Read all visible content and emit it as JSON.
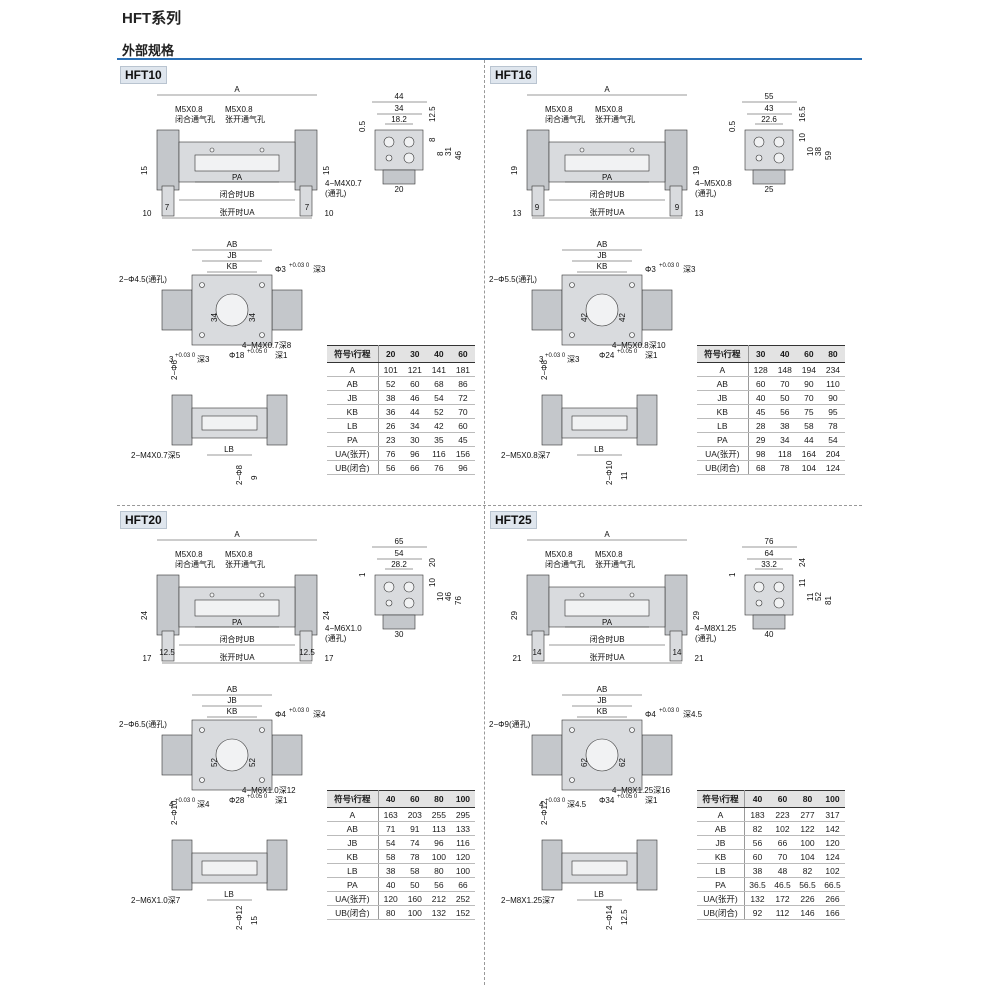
{
  "page": {
    "title": "HFT系列",
    "section": "外部规格"
  },
  "models": [
    {
      "name": "HFT10",
      "front": {
        "A": "A",
        "port_closed": "M5X0.8",
        "port_open": "M5X0.8",
        "label_closed_port": "闭合通气孔",
        "label_open_port": "张开通气孔",
        "pa": "PA",
        "ub": "闭合时UB",
        "ua": "张开时UA",
        "d1": "15",
        "d2": "7",
        "d3": "10",
        "d4": "15",
        "d5": "7",
        "d6": "10"
      },
      "side": {
        "w1": "44",
        "w2": "34",
        "w3": "18.2",
        "top": "0.5",
        "h1": "12.5",
        "h2": "8",
        "h3": "8",
        "h4": "31",
        "h5": "46",
        "bot": "20",
        "hole": "4−M4X0.7",
        "hole_note": "(通孔)"
      },
      "top": {
        "ab": "AB",
        "jb": "JB",
        "kb": "KB",
        "pin": "2−Φ4.5(通孔)",
        "pin2": "Φ3",
        "pin2_tol": "+0.03 0",
        "pin2_depth": "深3",
        "v1": "34",
        "v2": "34",
        "thread": "4−M4X0.7深8",
        "bore": "Φ18",
        "bore_tol": "+0.05 0",
        "bore_depth": "深1",
        "pin3": "3",
        "pin3_tol": "+0.03 0",
        "pin3_depth": "深3"
      },
      "bottom": {
        "dia1": "2−Φ6",
        "dia2": "2−Φ8",
        "tap": "2−M4X0.7深5",
        "lb": "LB",
        "g": "9"
      },
      "table": {
        "headers": [
          "符号\\行程",
          "20",
          "30",
          "40",
          "60"
        ],
        "rows": [
          [
            "A",
            "101",
            "121",
            "141",
            "181"
          ],
          [
            "AB",
            "52",
            "60",
            "68",
            "86"
          ],
          [
            "JB",
            "38",
            "46",
            "54",
            "72"
          ],
          [
            "KB",
            "36",
            "44",
            "52",
            "70"
          ],
          [
            "LB",
            "26",
            "34",
            "42",
            "60"
          ],
          [
            "PA",
            "23",
            "30",
            "35",
            "45"
          ],
          [
            "UA(张开)",
            "76",
            "96",
            "116",
            "156"
          ],
          [
            "UB(闭合)",
            "56",
            "66",
            "76",
            "96"
          ]
        ]
      }
    },
    {
      "name": "HFT16",
      "front": {
        "A": "A",
        "port_closed": "M5X0.8",
        "port_open": "M5X0.8",
        "label_closed_port": "闭合通气孔",
        "label_open_port": "张开通气孔",
        "pa": "PA",
        "ub": "闭合时UB",
        "ua": "张开时UA",
        "d1": "19",
        "d2": "9",
        "d3": "13",
        "d4": "19",
        "d5": "9",
        "d6": "13"
      },
      "side": {
        "w1": "55",
        "w2": "43",
        "w3": "22.6",
        "top": "0.5",
        "h1": "16.5",
        "h2": "10",
        "h3": "10",
        "h4": "38",
        "h5": "59",
        "bot": "25",
        "hole": "4−M5X0.8",
        "hole_note": "(通孔)"
      },
      "top": {
        "ab": "AB",
        "jb": "JB",
        "kb": "KB",
        "pin": "2−Φ5.5(通孔)",
        "pin2": "Φ3",
        "pin2_tol": "+0.03 0",
        "pin2_depth": "深3",
        "v1": "42",
        "v2": "42",
        "thread": "4−M5X0.8深10",
        "bore": "Φ24",
        "bore_tol": "+0.05 0",
        "bore_depth": "深1",
        "pin3": "3",
        "pin3_tol": "+0.03 0",
        "pin3_depth": "深3"
      },
      "bottom": {
        "dia1": "2−Φ8",
        "dia2": "2−Φ10",
        "tap": "2−M5X0.8深7",
        "lb": "LB",
        "g": "11"
      },
      "table": {
        "headers": [
          "符号\\行程",
          "30",
          "40",
          "60",
          "80"
        ],
        "rows": [
          [
            "A",
            "128",
            "148",
            "194",
            "234"
          ],
          [
            "AB",
            "60",
            "70",
            "90",
            "110"
          ],
          [
            "JB",
            "40",
            "50",
            "70",
            "90"
          ],
          [
            "KB",
            "45",
            "56",
            "75",
            "95"
          ],
          [
            "LB",
            "28",
            "38",
            "58",
            "78"
          ],
          [
            "PA",
            "29",
            "34",
            "44",
            "54"
          ],
          [
            "UA(张开)",
            "98",
            "118",
            "164",
            "204"
          ],
          [
            "UB(闭合)",
            "68",
            "78",
            "104",
            "124"
          ]
        ]
      }
    },
    {
      "name": "HFT20",
      "front": {
        "A": "A",
        "port_closed": "M5X0.8",
        "port_open": "M5X0.8",
        "label_closed_port": "闭合通气孔",
        "label_open_port": "张开通气孔",
        "pa": "PA",
        "ub": "闭合时UB",
        "ua": "张开时UA",
        "d1": "24",
        "d2": "12.5",
        "d3": "17",
        "d4": "24",
        "d5": "12.5",
        "d6": "17"
      },
      "side": {
        "w1": "65",
        "w2": "54",
        "w3": "28.2",
        "top": "1",
        "h1": "20",
        "h2": "10",
        "h3": "10",
        "h4": "46",
        "h5": "76",
        "bot": "30",
        "hole": "4−M6X1.0",
        "hole_note": "(通孔)"
      },
      "top": {
        "ab": "AB",
        "jb": "JB",
        "kb": "KB",
        "pin": "2−Φ6.5(通孔)",
        "pin2": "Φ4",
        "pin2_tol": "+0.03 0",
        "pin2_depth": "深4",
        "v1": "52",
        "v2": "52",
        "thread": "4−M6X1.0深12",
        "bore": "Φ28",
        "bore_tol": "+0.05 0",
        "bore_depth": "深1",
        "pin3": "4",
        "pin3_tol": "+0.03 0",
        "pin3_depth": "深4"
      },
      "bottom": {
        "dia1": "2−Φ10",
        "dia2": "2−Φ12",
        "tap": "2−M6X1.0深7",
        "lb": "LB",
        "g": "15"
      },
      "table": {
        "headers": [
          "符号\\行程",
          "40",
          "60",
          "80",
          "100"
        ],
        "rows": [
          [
            "A",
            "163",
            "203",
            "255",
            "295"
          ],
          [
            "AB",
            "71",
            "91",
            "113",
            "133"
          ],
          [
            "JB",
            "54",
            "74",
            "96",
            "116"
          ],
          [
            "KB",
            "58",
            "78",
            "100",
            "120"
          ],
          [
            "LB",
            "38",
            "58",
            "80",
            "100"
          ],
          [
            "PA",
            "40",
            "50",
            "56",
            "66"
          ],
          [
            "UA(张开)",
            "120",
            "160",
            "212",
            "252"
          ],
          [
            "UB(闭合)",
            "80",
            "100",
            "132",
            "152"
          ]
        ]
      }
    },
    {
      "name": "HFT25",
      "front": {
        "A": "A",
        "port_closed": "M5X0.8",
        "port_open": "M5X0.8",
        "label_closed_port": "闭合通气孔",
        "label_open_port": "张开通气孔",
        "pa": "PA",
        "ub": "闭合时UB",
        "ua": "张开时UA",
        "d1": "29",
        "d2": "14",
        "d3": "21",
        "d4": "29",
        "d5": "14",
        "d6": "21"
      },
      "side": {
        "w1": "76",
        "w2": "64",
        "w3": "33.2",
        "top": "1",
        "h1": "24",
        "h2": "11",
        "h3": "11",
        "h4": "52",
        "h5": "81",
        "bot": "40",
        "hole": "4−M8X1.25",
        "hole_note": "(通孔)"
      },
      "top": {
        "ab": "AB",
        "jb": "JB",
        "kb": "KB",
        "pin": "2−Φ9(通孔)",
        "pin2": "Φ4",
        "pin2_tol": "+0.03 0",
        "pin2_depth": "深4.5",
        "v1": "62",
        "v2": "62",
        "thread": "4−M8X1.25深16",
        "bore": "Φ34",
        "bore_tol": "+0.05 0",
        "bore_depth": "深1",
        "pin3": "4",
        "pin3_tol": "+0.03 0",
        "pin3_depth": "深4.5"
      },
      "bottom": {
        "dia1": "2−Φ12",
        "dia2": "2−Φ14",
        "tap": "2−M8X1.25深7",
        "lb": "LB",
        "g": "12.5"
      },
      "table": {
        "headers": [
          "符号\\行程",
          "40",
          "60",
          "80",
          "100"
        ],
        "rows": [
          [
            "A",
            "183",
            "223",
            "277",
            "317"
          ],
          [
            "AB",
            "82",
            "102",
            "122",
            "142"
          ],
          [
            "JB",
            "56",
            "66",
            "100",
            "120"
          ],
          [
            "KB",
            "60",
            "70",
            "104",
            "124"
          ],
          [
            "LB",
            "38",
            "48",
            "82",
            "102"
          ],
          [
            "PA",
            "36.5",
            "46.5",
            "56.5",
            "66.5"
          ],
          [
            "UA(张开)",
            "132",
            "172",
            "226",
            "266"
          ],
          [
            "UB(闭合)",
            "92",
            "112",
            "146",
            "166"
          ]
        ]
      }
    }
  ]
}
